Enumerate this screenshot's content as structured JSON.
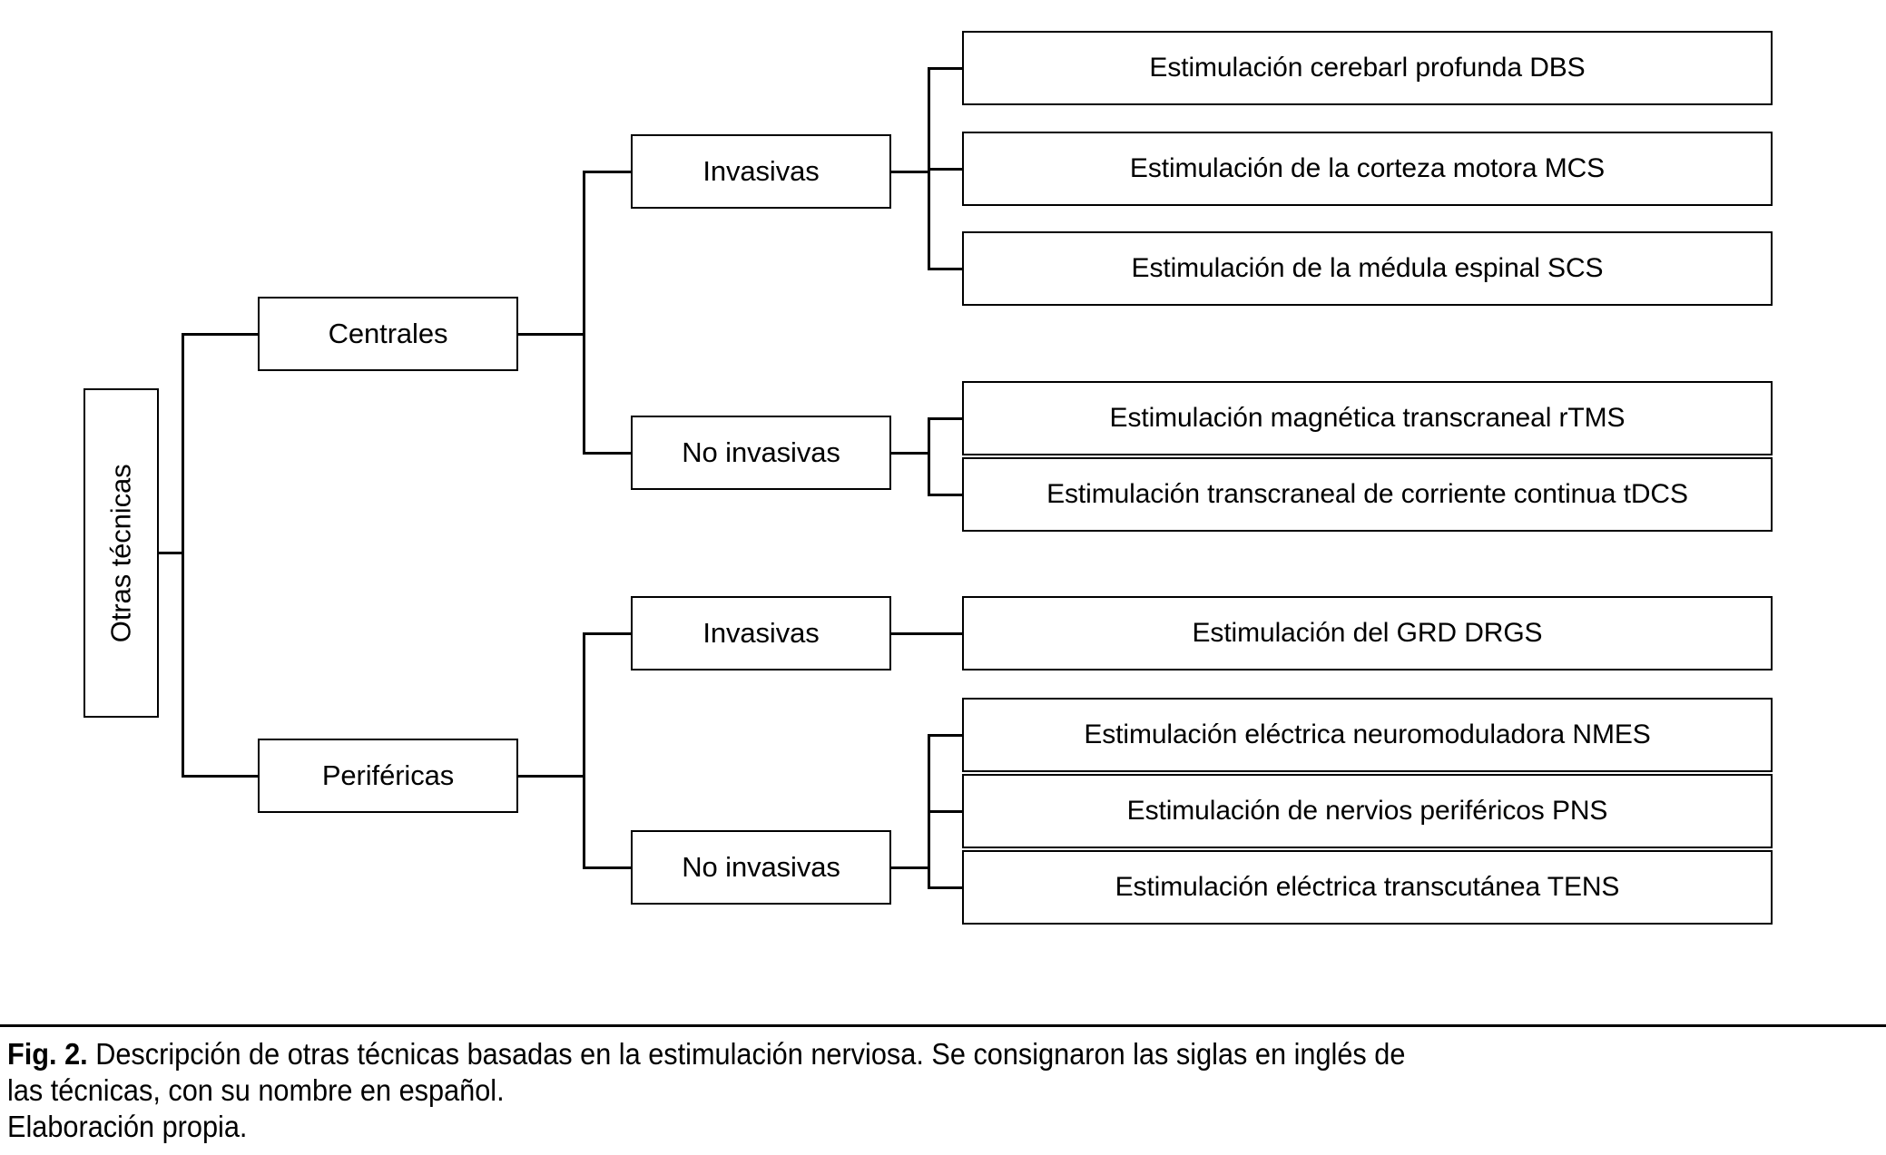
{
  "figure": {
    "root": {
      "label": "Otras técnicas"
    },
    "branches": [
      {
        "label": "Centrales",
        "groups": [
          {
            "label": "Invasivas",
            "leaves": [
              {
                "label": "Estimulación cerebarl profunda DBS"
              },
              {
                "label": "Estimulación de la corteza motora MCS"
              },
              {
                "label": "Estimulación de la médula espinal SCS"
              }
            ]
          },
          {
            "label": "No invasivas",
            "leaves": [
              {
                "label": "Estimulación magnética transcraneal rTMS"
              },
              {
                "label": "Estimulación transcraneal de corriente continua tDCS"
              }
            ]
          }
        ]
      },
      {
        "label": "Periféricas",
        "groups": [
          {
            "label": "Invasivas",
            "leaves": [
              {
                "label": "Estimulación del GRD DRGS"
              }
            ]
          },
          {
            "label": "No invasivas",
            "leaves": [
              {
                "label": "Estimulación eléctrica neuromoduladora NMES"
              },
              {
                "label": "Estimulación de nervios periféricos PNS"
              },
              {
                "label": "Estimulación eléctrica transcutánea TENS"
              }
            ]
          }
        ]
      }
    ]
  },
  "caption": {
    "figure_label": "Fig. 2.",
    "line1": " Descripción de otras técnicas basadas en la estimulación nerviosa. Se consignaron las siglas en inglés de",
    "line2": "las técnicas, con su nombre en español.",
    "line3": "Elaboración propia."
  },
  "colors": {
    "stroke": "#000000",
    "background": "#ffffff",
    "text": "#000000"
  }
}
